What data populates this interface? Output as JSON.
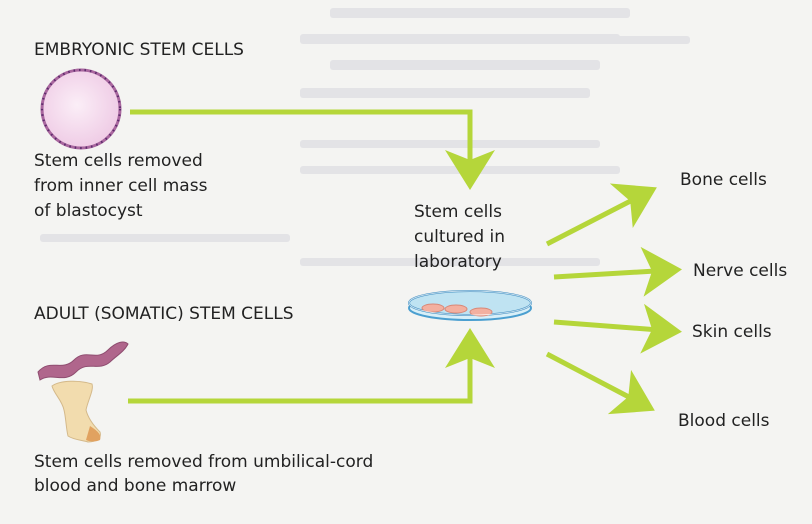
{
  "embryonic": {
    "heading": "EMBRYONIC STEM CELLS",
    "caption_lines": [
      "Stem cells removed",
      "from inner cell mass",
      "of blastocyst"
    ]
  },
  "adult": {
    "heading": "ADULT (SOMATIC) STEM CELLS",
    "caption_lines": [
      "Stem cells removed from umbilical-cord",
      "blood and bone marrow"
    ]
  },
  "culture": {
    "caption_lines": [
      "Stem cells",
      "cultured in",
      "laboratory"
    ]
  },
  "outputs": [
    "Bone cells",
    "Nerve cells",
    "Skin cells",
    "Blood cells"
  ],
  "colors": {
    "arrow": "#b5d63a",
    "blastocyst_fill": "#f1cfe8",
    "blastocyst_dots": "#6a2a7a",
    "adult_cell_purple": "#b0668c",
    "bone_tan": "#f2dcae",
    "dish_blue": "#bfe3f2",
    "dish_cells": "#f3b0a0"
  },
  "icons": [
    "blastocyst-icon",
    "adult-cell-icon",
    "bone-icon",
    "petri-dish-icon"
  ]
}
